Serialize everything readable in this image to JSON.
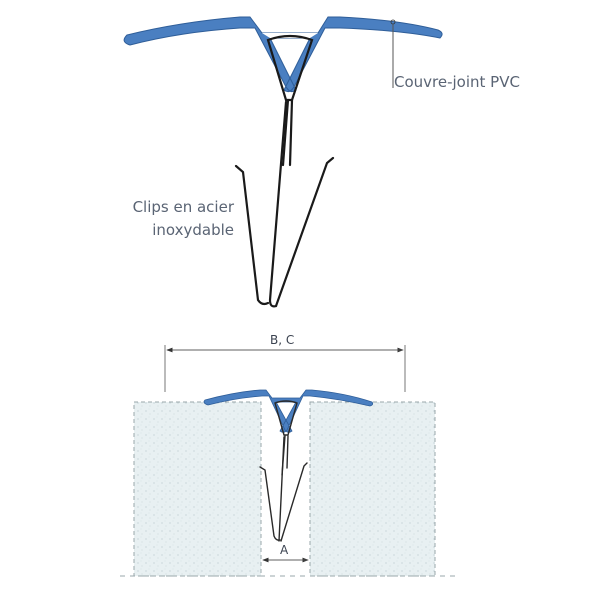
{
  "diagram": {
    "title": "",
    "labels": {
      "cover": "Couvre-joint PVC",
      "clip_line1": "Clips en acier",
      "clip_line2": "inoxydable"
    },
    "dimensions": {
      "overall_width": "B, C",
      "gap_width": "A"
    },
    "colors": {
      "pvc_cover": "#4a7fc1",
      "pvc_outline": "#2f5e99",
      "clip": "#1a1a1a",
      "concrete_fill": "#e8f0f2",
      "dimension_line": "#555555",
      "label_text": "#5a6474"
    },
    "nodes": [
      {
        "id": "pvc-cover",
        "label": "Couvre-joint PVC"
      },
      {
        "id": "steel-clip",
        "label": "Clips en acier inoxydable"
      },
      {
        "id": "concrete-left",
        "label": ""
      },
      {
        "id": "concrete-right",
        "label": ""
      }
    ],
    "edges": [
      {
        "from": "pvc-cover",
        "to": "steel-clip",
        "relation": "clips into"
      }
    ]
  }
}
